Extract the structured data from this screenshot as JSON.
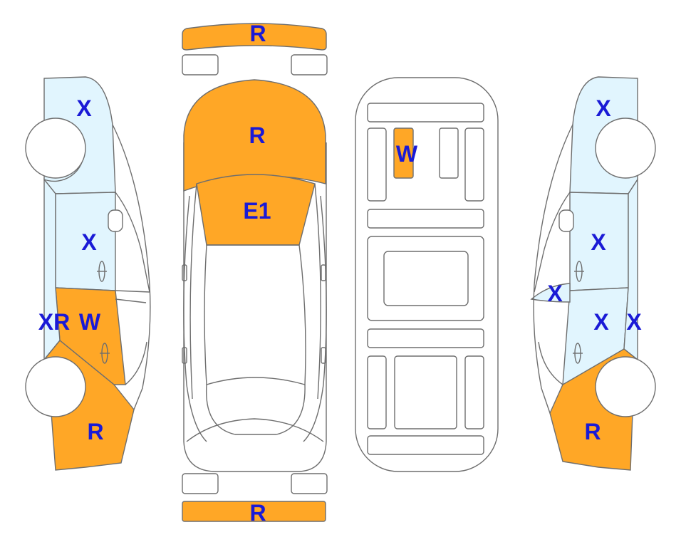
{
  "colors": {
    "damage": "#ffa726",
    "glass": "#e1f5fe",
    "outline": "#6e6e6e",
    "label": "#1a1ad6"
  },
  "labels": {
    "left_rear_quarter": "X",
    "left_rear_door": "X",
    "left_front_pillar": "XR",
    "left_front_door": "W",
    "left_front_fender": "R",
    "front_top_bumper": "R",
    "hood": "R",
    "windshield": "E1",
    "rear_bottom_bumper": "R",
    "interior_seat": "W",
    "right_rear_quarter": "X",
    "right_rear_door": "X",
    "right_mirror": "X",
    "right_front_door": "X",
    "right_front_edge": "X",
    "right_front_fender": "R"
  }
}
